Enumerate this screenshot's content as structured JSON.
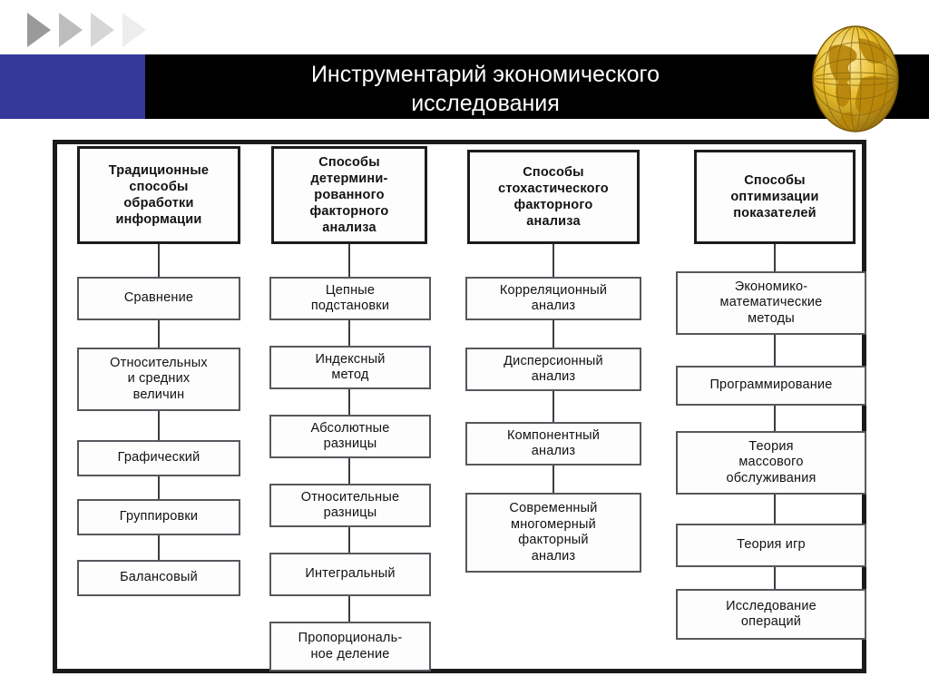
{
  "slide": {
    "title_line1": "Инструментарий экономического",
    "title_line2": "исследования",
    "title_color": "#ffffff",
    "band_color": "#000000",
    "accent_block_color": "#36399a",
    "globe_color": "#d9a520"
  },
  "decor": {
    "arrows": [
      {
        "name": "arrow-1",
        "color": "#9a9a9a"
      },
      {
        "name": "arrow-2",
        "color": "#bdbdbd"
      },
      {
        "name": "arrow-3",
        "color": "#d6d6d6"
      },
      {
        "name": "arrow-4",
        "color": "#ededed"
      }
    ],
    "globe_icon": "globe-icon"
  },
  "chart_data": {
    "type": "diagram",
    "title": "Инструментарий экономического исследования",
    "layout": "four-column top-down tree",
    "columns": [
      {
        "header": "Традиционные\nспособы\nобработки\nинформации",
        "items": [
          "Сравнение",
          "Относительных\nи средних\nвеличин",
          "Графический",
          "Группировки",
          "Балансовый"
        ]
      },
      {
        "header": "Способы\nдетермини-\nрованного\nфакторного\nанализа",
        "items": [
          "Цепные\nподстановки",
          "Индексный\nметод",
          "Абсолютные\nразницы",
          "Относительные\nразницы",
          "Интегральный",
          "Пропорциональ-\nное деление"
        ]
      },
      {
        "header": "Способы\nстохастического\nфакторного\nанализа",
        "items": [
          "Корреляционный\nанализ",
          "Дисперсионный\nанализ",
          "Компонентный\nанализ",
          "Современный\nмногомерный\nфакторный\nанализ"
        ]
      },
      {
        "header": "Способы\nоптимизации\nпоказателей",
        "items": [
          "Экономико-\nматематические\nметоды",
          "Программирование",
          "Теория\nмассового\nобслуживания",
          "Теория игр",
          "Исследование\nопераций"
        ]
      }
    ]
  },
  "diagram": {
    "col1": {
      "header": "Традиционные\nспособы\nобработки\nинформации",
      "i0": "Сравнение",
      "i1": "Относительных\nи средних\nвеличин",
      "i2": "Графический",
      "i3": "Группировки",
      "i4": "Балансовый"
    },
    "col2": {
      "header": "Способы\nдетермини-\nрованного\nфакторного\nанализа",
      "i0": "Цепные\nподстановки",
      "i1": "Индексный\nметод",
      "i2": "Абсолютные\nразницы",
      "i3": "Относительные\nразницы",
      "i4": "Интегральный",
      "i5": "Пропорциональ-\nное деление"
    },
    "col3": {
      "header": "Способы\nстохастического\nфакторного\nанализа",
      "i0": "Корреляционный\nанализ",
      "i1": "Дисперсионный\nанализ",
      "i2": "Компонентный\nанализ",
      "i3": "Современный\nмногомерный\nфакторный\nанализ"
    },
    "col4": {
      "header": "Способы\nоптимизации\nпоказателей",
      "i0": "Экономико-\nматематические\nметоды",
      "i1": "Программирование",
      "i2": "Теория\nмассового\nобслуживания",
      "i3": "Теория игр",
      "i4": "Исследование\nопераций"
    }
  }
}
